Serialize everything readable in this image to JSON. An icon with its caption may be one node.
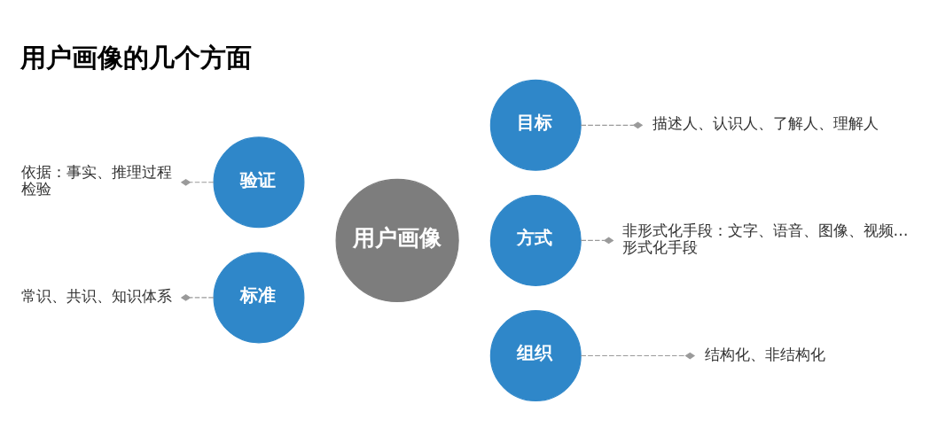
{
  "diagram": {
    "title": "用户画像的几个方面",
    "nodes": [
      {
        "text": [
          "目标"
        ]
      },
      {
        "text": [
          "描述人、认识人、了解人、理解人"
        ]
      },
      {
        "text": [
          "验证"
        ]
      },
      {
        "text": [
          "依据：事实、推理过程",
          "检验"
        ]
      },
      {
        "text": [
          "用户画像"
        ]
      },
      {
        "text": [
          "方式"
        ]
      },
      {
        "text": [
          "非形式化手段：文字、语音、图像、视频…",
          "形式化手段"
        ]
      },
      {
        "text": [
          "标准"
        ]
      },
      {
        "text": [
          "常识、共识、知识体系"
        ]
      },
      {
        "text": [
          "组织"
        ]
      },
      {
        "text": [
          "结构化、非结构化"
        ]
      }
    ],
    "edges": [
      {
        "from": 0,
        "to": 1,
        "arrow": "other",
        "style": "dashed"
      },
      {
        "from": 2,
        "to": 3,
        "arrow": "other",
        "style": "dashed"
      },
      {
        "from": 5,
        "to": 6,
        "arrow": "other",
        "style": "dashed"
      },
      {
        "from": 7,
        "to": 8,
        "arrow": "other",
        "style": "dashed"
      },
      {
        "from": 9,
        "to": 10,
        "arrow": "other",
        "style": "dashed"
      }
    ]
  }
}
